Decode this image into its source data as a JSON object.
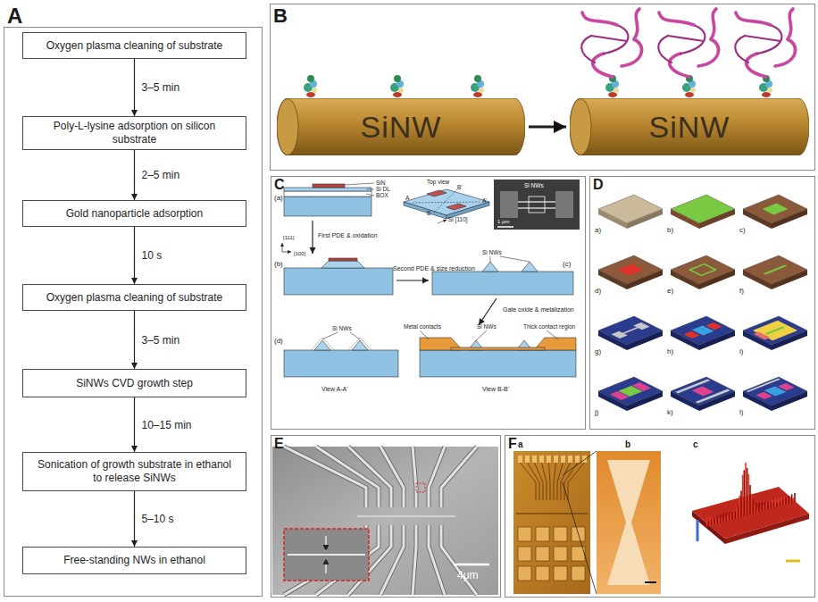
{
  "diagram": {
    "nodes": [
      {
        "text": [
          "Oxygen plasma cleaning of substrate"
        ]
      },
      {
        "text": [
          "Poly-L-lysine adsorption on silicon substrate"
        ]
      },
      {
        "text": [
          "Gold nanoparticle adsorption"
        ]
      },
      {
        "text": [
          "Oxygen plasma cleaning of substrate"
        ]
      },
      {
        "text": [
          "SiNWs CVD growth step"
        ]
      },
      {
        "text": [
          "Sonication of growth substrate in ethanol to release SiNWs"
        ]
      },
      {
        "text": [
          "Free-standing NWs in ethanol"
        ]
      },
      {
        "text": [
          "SiNW"
        ]
      },
      {
        "text": [
          "SiNW"
        ]
      }
    ],
    "edges": [
      {
        "from": 0,
        "to": 1,
        "label": "3–5 min",
        "arrow": "to"
      },
      {
        "from": 1,
        "to": 2,
        "label": "2–5 min",
        "arrow": "to"
      },
      {
        "from": 2,
        "to": 3,
        "label": "10 s",
        "arrow": "to"
      },
      {
        "from": 3,
        "to": 4,
        "label": "3–5 min",
        "arrow": "to"
      },
      {
        "from": 4,
        "to": 5,
        "label": "10–15 min",
        "arrow": "to"
      },
      {
        "from": 5,
        "to": 6,
        "label": "5–10 s",
        "arrow": "to"
      },
      {
        "from": 7,
        "to": 8,
        "arrow": "to"
      }
    ],
    "labels": [
      "A",
      "B",
      "C",
      "(a)",
      "SiN",
      "Si DL",
      "BOX",
      "Top view",
      "B'",
      "A",
      "A'",
      "B",
      "Si [110]",
      "Si NWs",
      "1 μm",
      "First PDE & oxidation",
      "[111]",
      "[100]",
      "(b)",
      "Second PDE & size reduction",
      "Si NWs",
      "(c)",
      "Gate oxide & metalization",
      "Si NWs",
      "(d)",
      "Metal contacts",
      "Si NWs",
      "Thick contact region",
      "View A-A'",
      "View B-B'",
      "D",
      "a)",
      "b)",
      "c)",
      "d)",
      "e)",
      "f)",
      "g)",
      "h)",
      "i)",
      "j)",
      "k)",
      "l)",
      "E",
      "4μm",
      "F",
      "a",
      "b",
      "c"
    ]
  }
}
